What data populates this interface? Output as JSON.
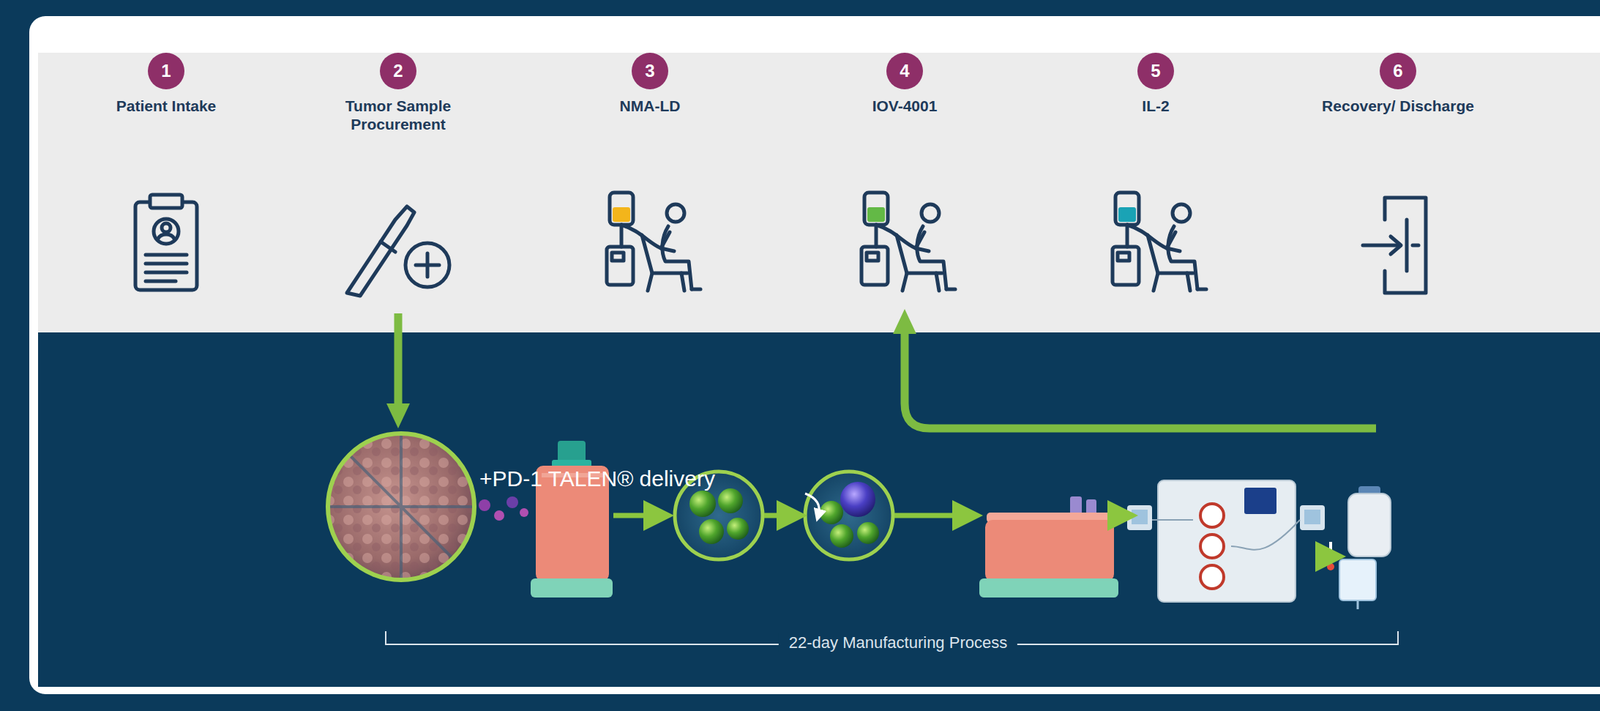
{
  "diagram": {
    "nodes": [
      {
        "text": [
          "1",
          "Patient Intake"
        ]
      },
      {
        "text": [
          "2",
          "Tumor Sample Procurement"
        ]
      },
      {
        "text": [
          "3",
          "NMA-LD"
        ]
      },
      {
        "text": [
          "4",
          "IOV-4001"
        ]
      },
      {
        "text": [
          "5",
          "IL-2"
        ]
      },
      {
        "text": [
          "6",
          "Recovery/ Discharge"
        ]
      },
      {
        "text": [
          "+PD-1 TALEN® delivery",
          "22-day Manufacturing Process"
        ]
      }
    ],
    "edges": [
      {
        "from": 1,
        "to": 6,
        "arrow": "to"
      },
      {
        "from": 6,
        "to": 3,
        "arrow": "to"
      }
    ]
  }
}
